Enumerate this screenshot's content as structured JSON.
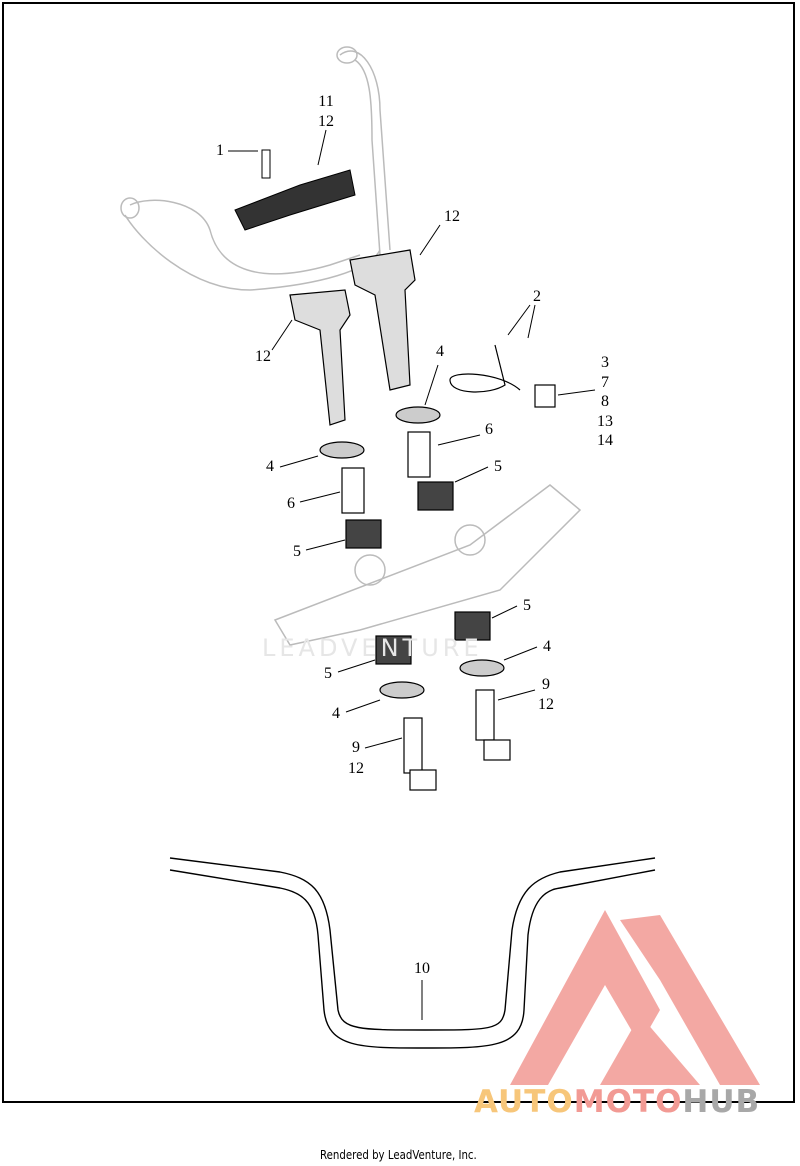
{
  "diagram": {
    "callouts": {
      "c11": "11",
      "c12a": "12",
      "c1": "1",
      "c12b": "12",
      "c12c": "12",
      "c2": "2",
      "c4a": "4",
      "c3": "3",
      "c7": "7",
      "c8": "8",
      "c13": "13",
      "c14": "14",
      "c6a": "6",
      "c4b": "4",
      "c5a": "5",
      "c6b": "6",
      "c5b": "5",
      "c5c": "5",
      "c4c": "4",
      "c5d": "5",
      "c9a": "9",
      "c12d": "12",
      "c4d": "4",
      "c9b": "9",
      "c12e": "12",
      "c10": "10"
    }
  },
  "watermarks": {
    "leadventure": "LEADVENTURE",
    "brand_auto": "AUTO",
    "brand_moto": "MOTO",
    "brand_hub": "HUB"
  },
  "footer": {
    "rendered_by": "Rendered by LeadVenture, Inc."
  },
  "colors": {
    "logo_red": "#f29a94",
    "logo_orange": "#f7c67a",
    "logo_gray": "#a8a8a8"
  }
}
